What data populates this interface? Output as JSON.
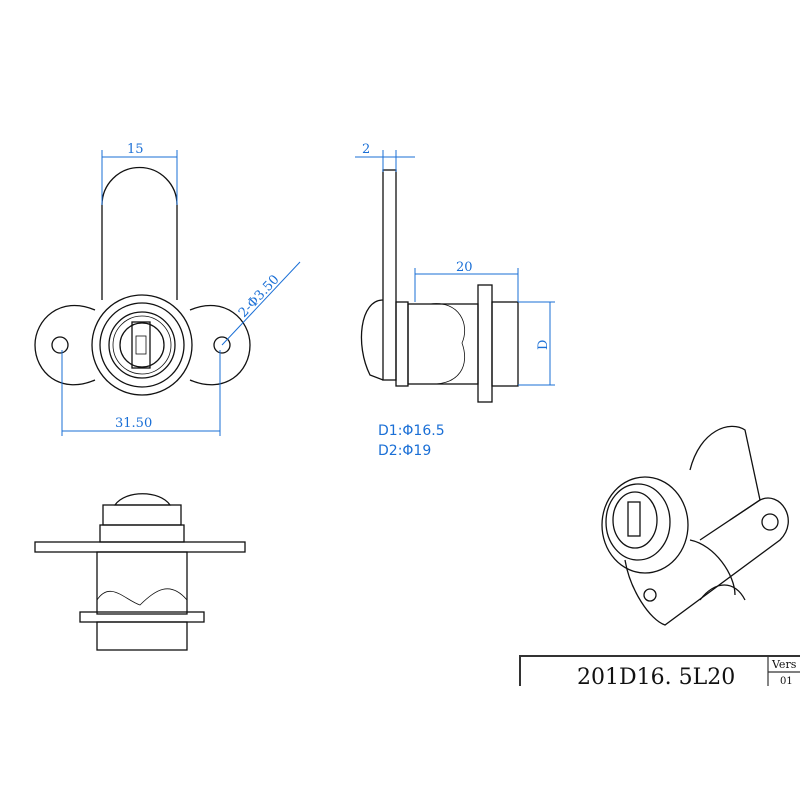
{
  "front_view": {
    "width_dim": "15",
    "hole_spacing_dim": "31.50",
    "hole_dim": "2-Φ3.50"
  },
  "side_view": {
    "plate_thickness_dim": "2",
    "length_dim": "20",
    "diameter_dim": "D"
  },
  "diameters": {
    "d1": "D1:Φ16.5",
    "d2": "D2:Φ19"
  },
  "title_block": {
    "part_number": "201D16. 5L20",
    "version_label": "Vers",
    "version_value": "01"
  },
  "colors": {
    "dimension": "#1a6fd6",
    "line": "#111111"
  }
}
